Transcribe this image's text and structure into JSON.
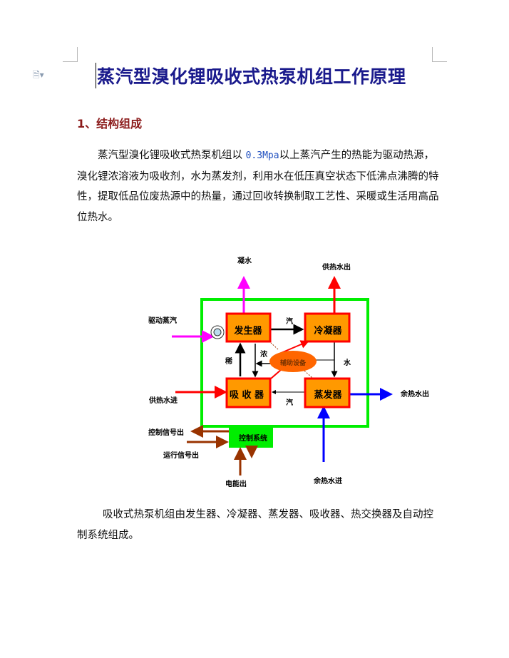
{
  "title": "蒸汽型溴化锂吸收式热泵机组工作原理",
  "section1": "1、结构组成",
  "para1_a": "蒸汽型溴化锂吸收式热泵机组以 ",
  "para1_value": "0.3Mpa",
  "para1_b": "以上蒸汽产生的热能为驱动热源，溴化锂浓溶液为吸收剂，水为蒸发剂，利用水在低压真空状态下低沸点沸腾的特性，提取低品位废热源中的热量，通过回收转换制取工艺性、采暖或生活用高品位热水。",
  "para2": "吸收式热泵机组由发生器、冷凝器、蒸发器、吸收器、热交换器及自动控制系统组成。",
  "diagram": {
    "generator": "发生器",
    "condenser": "冷凝器",
    "absorber": "吸 收 器",
    "evaporator": "蒸发器",
    "aux": "辅助设备",
    "control": "控制系统",
    "condensate": "凝水",
    "heat_out": "供热水出",
    "drive_steam": "驱动蒸汽",
    "heat_in": "供热水进",
    "waste_out": "余热水出",
    "waste_in": "余热水进",
    "ctrl_out": "控制信号出",
    "run_out": "运行信号出",
    "power": "电能出",
    "vapor1": "汽",
    "vapor2": "汽",
    "water": "水",
    "dilute": "稀",
    "conc": "浓",
    "colors": {
      "box": "#ff9900",
      "border": "#ff0000",
      "frame": "#00ee00",
      "steam": "#ff00ff",
      "hot": "#ff0000",
      "cold": "#0000ff",
      "signal": "#993300",
      "aux": "#ff6600"
    }
  }
}
